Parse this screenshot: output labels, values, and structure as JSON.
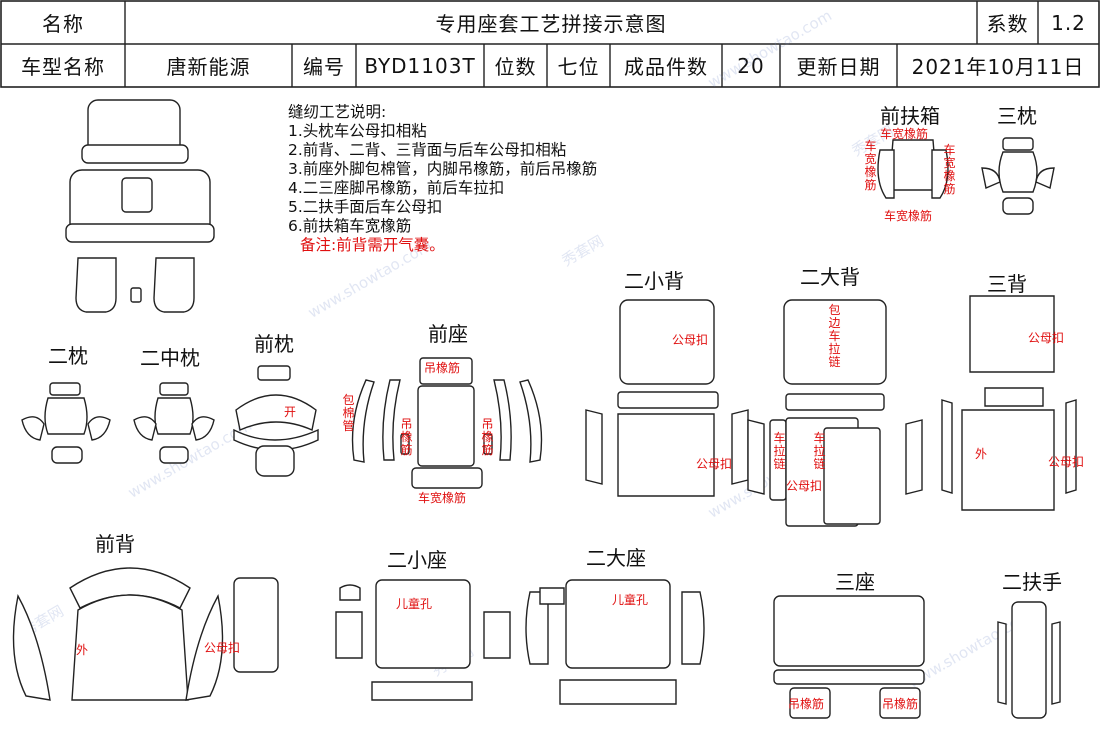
{
  "header": {
    "row1": {
      "name_label": "名称",
      "title": "专用座套工艺拼接示意图",
      "coef_label": "系数",
      "coef_value": "1.2"
    },
    "row2": {
      "model_label": "车型名称",
      "model_value": "唐新能源",
      "code_label": "编号",
      "code_value": "BYD1103T",
      "seats_label": "位数",
      "seats_value": "七位",
      "pieces_label": "成品件数",
      "pieces_value": "20",
      "update_label": "更新日期",
      "update_value": "2021年10月11日"
    }
  },
  "notes": {
    "title": "缝纫工艺说明:",
    "items": [
      "1.头枕车公母扣相粘",
      "2.前背、二背、三背面与后车公母扣相粘",
      "3.前座外脚包棉管，内脚吊橡筋，前后吊橡筋",
      "4.二三座脚吊橡筋，前后车拉扣",
      "5.二扶手面后车公母扣",
      "6.前扶箱车宽橡筋"
    ],
    "remark": "备注:前背需开气囊。"
  },
  "sections": {
    "front_armrest_box": "前扶箱",
    "third_headrest": "三枕",
    "second_headrest": "二枕",
    "second_mid_headrest": "二中枕",
    "front_headrest": "前枕",
    "front_seat": "前座",
    "second_small_back": "二小背",
    "second_large_back": "二大背",
    "third_back": "三背",
    "front_back": "前背",
    "second_small_seat": "二小座",
    "second_large_seat": "二大座",
    "third_seat": "三座",
    "second_armrest": "二扶手"
  },
  "annotations": {
    "wide_elastic": "车宽橡筋",
    "wide_elastic_left": "车宽橡筋",
    "wide_elastic_right": "车宽橡筋",
    "wide_elastic_bottom": "车宽橡筋",
    "open": "开",
    "hang_elastic": "吊橡筋",
    "cotton_tube": "包棉管",
    "hang_elastic_left": "吊橡筋",
    "hang_elastic_right": "吊橡筋",
    "front_seat_wide_elastic": "车宽橡筋",
    "hook_loop_small_back_1": "公母扣",
    "hook_loop_small_back_2": "公母扣",
    "zipper_edge": "包边车拉链",
    "zipper_left": "车拉链",
    "zipper_right": "车拉链",
    "hook_loop_large_back": "公母扣",
    "hook_loop_third_back_1": "公母扣",
    "outer_third_back": "外",
    "hook_loop_third_back_2": "公母扣",
    "outer_front_back": "外",
    "hook_loop_front_back": "公母扣",
    "child_hole_small": "儿童孔",
    "child_hole_large": "儿童孔",
    "hang_elastic_third_1": "吊橡筋",
    "hang_elastic_third_2": "吊橡筋"
  },
  "watermark": {
    "site": "www.showtao.com",
    "brand": "秀套网"
  }
}
